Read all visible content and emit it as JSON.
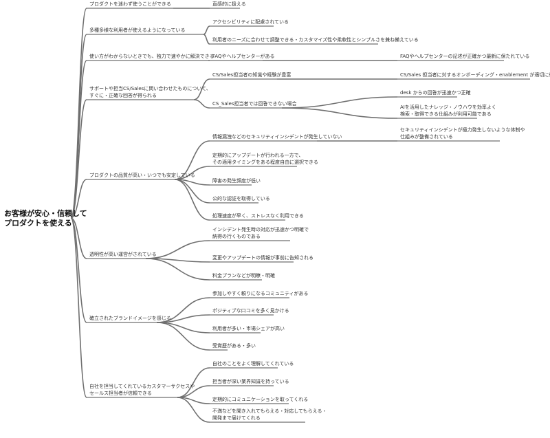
{
  "root": {
    "line1": "お客様が安心・信頼して",
    "line2": "プロダクトを使える"
  },
  "branches": [
    {
      "lines": [
        "プロダクトを迷わず使うことができる"
      ],
      "children": [
        {
          "lines": [
            "直感的に扱える"
          ]
        }
      ]
    },
    {
      "lines": [
        "多種多様な利用者が使えるようになっている"
      ],
      "children": [
        {
          "lines": [
            "アクセシビリティに配慮されている"
          ]
        },
        {
          "lines": [
            "利用者のニーズに合わせて調整できる・カスタマイズ性や柔軟性とシンプルさを兼ね備えている"
          ]
        }
      ]
    },
    {
      "lines": [
        "使い方がわからないときでも、独力で速やかに解決できる"
      ],
      "children": [
        {
          "lines": [
            "FAQやヘルプセンターがある"
          ],
          "children": [
            {
              "lines": [
                "FAQやヘルプセンターの記述が正確かつ最新に保たれている"
              ]
            }
          ]
        }
      ]
    },
    {
      "lines": [
        "サポートや担当CS/Salesに問い合わせたものについて、",
        "すぐに・正確な回答が得られる"
      ],
      "children": [
        {
          "lines": [
            "CS/Sales担当者の知識や経験が豊富"
          ],
          "children": [
            {
              "lines": [
                "CS/Sales 担当者に対するオンボーディング・enablement が適切に行われている"
              ]
            }
          ]
        },
        {
          "lines": [
            "CS_Sales担当者では回答できない場合"
          ],
          "children": [
            {
              "lines": [
                "desk からの回答が迅速かつ正確"
              ]
            },
            {
              "lines": [
                "AIを活用したナレッジ・ノウハウを効率よく",
                "検索・取得できる仕組みが利用可能である"
              ]
            }
          ]
        }
      ]
    },
    {
      "lines": [
        "プロダクトの品質が高い・いつでも安定している"
      ],
      "children": [
        {
          "lines": [
            "情報漏洩などのセキュリティインシデントが発生していない"
          ],
          "children": [
            {
              "lines": [
                "セキュリティインシデントが極力発生しないような体制や",
                "仕組みが整備されている"
              ]
            }
          ]
        },
        {
          "lines": [
            "定期的にアップデートが行われる一方で、",
            "その適用タイミングをある程度自由に選択できる"
          ]
        },
        {
          "lines": [
            "障害の発生頻度が低い"
          ]
        },
        {
          "lines": [
            "公的な認証を取得している"
          ]
        },
        {
          "lines": [
            "処理速度が早く、ストレスなく利用できる"
          ]
        }
      ]
    },
    {
      "lines": [
        "透明性が高い運営がされている"
      ],
      "children": [
        {
          "lines": [
            "インシデント発生時の対応が迅速かつ明確で",
            "納得の行くものである"
          ]
        },
        {
          "lines": [
            "変更やアップデートの情報が事前に告知される"
          ]
        },
        {
          "lines": [
            "料金プランなどが明瞭・明確"
          ]
        }
      ]
    },
    {
      "lines": [
        "確立されたブランドイメージを感じる"
      ],
      "children": [
        {
          "lines": [
            "参加しやすく頼りになるコミュニティがある"
          ]
        },
        {
          "lines": [
            "ポジティブな口コミを多く見かける"
          ]
        },
        {
          "lines": [
            "利用者が多い・市場シェアが高い"
          ]
        },
        {
          "lines": [
            "受賞歴がある・多い"
          ]
        }
      ]
    },
    {
      "lines": [
        "自社を担当してくれているカスタマーサクセスや",
        "セールス担当者が信頼できる"
      ],
      "children": [
        {
          "lines": [
            "自社のことをよく理解してくれている"
          ]
        },
        {
          "lines": [
            "担当者が深い業界知識を持っている"
          ]
        },
        {
          "lines": [
            "定期的にコミュニケーションを取ってくれる"
          ]
        },
        {
          "lines": [
            "不満などを聞き入れてもらえる・対応してもらえる・",
            "開発まで届けてくれる"
          ]
        }
      ]
    }
  ],
  "colors": {
    "line": "#6f6f6f",
    "text": "#333333"
  }
}
